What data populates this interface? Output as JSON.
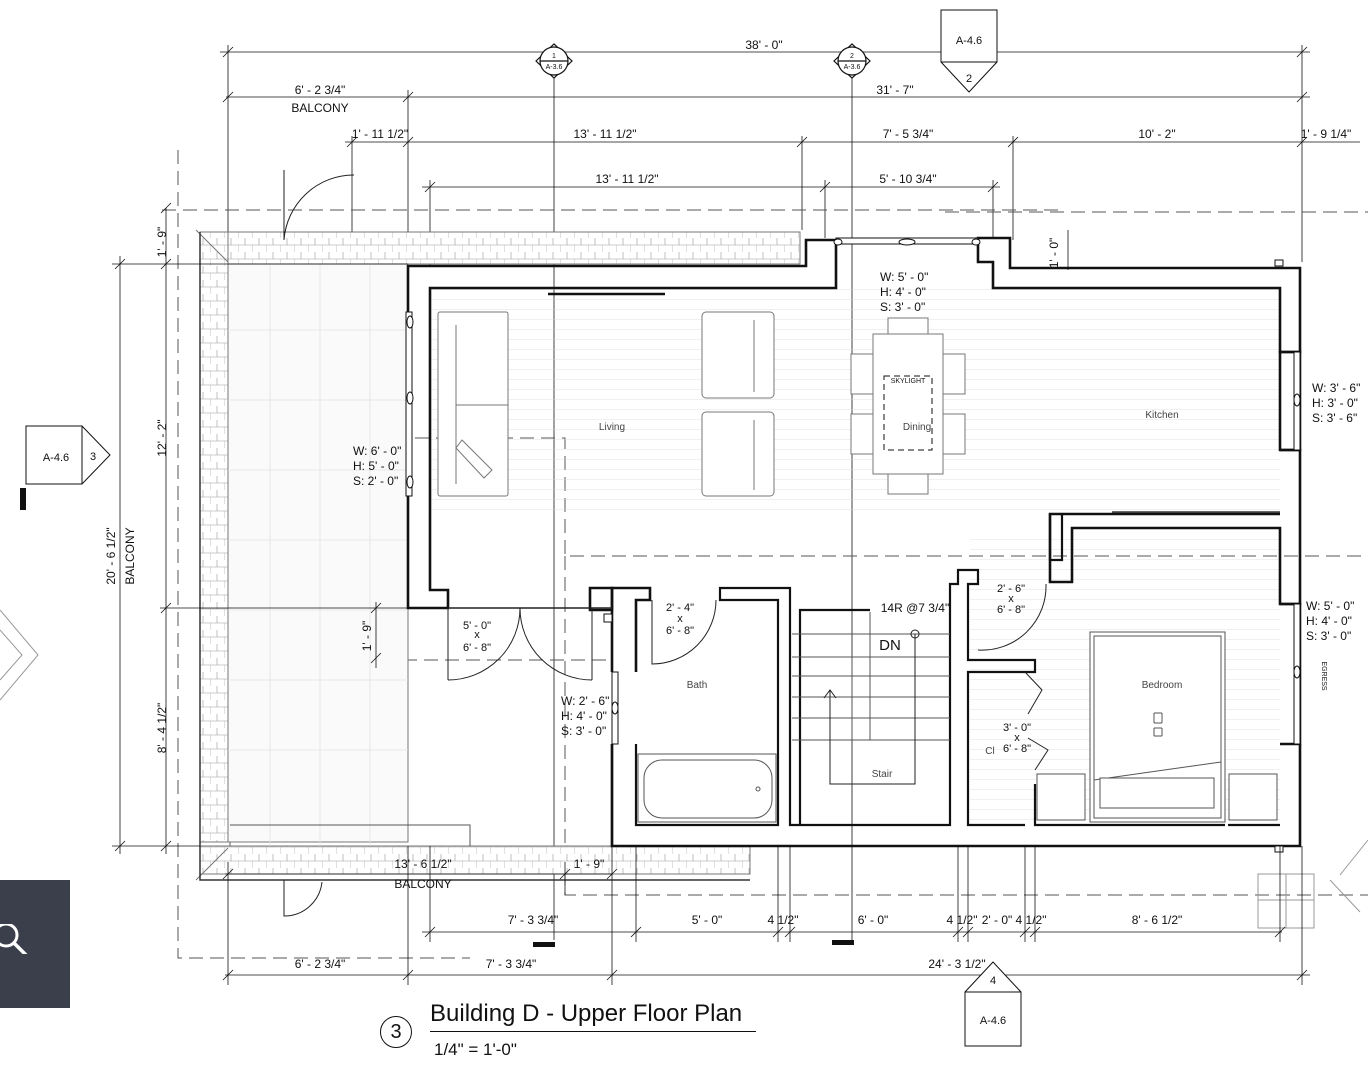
{
  "title": {
    "number": "3",
    "name": "Building D - Upper Floor Plan",
    "scale": "1/4\" = 1'-0\""
  },
  "section_markers": {
    "top": {
      "sheet": "A-4.6",
      "num": "2"
    },
    "left": {
      "sheet": "A-4.6",
      "num": "3"
    },
    "bottom": {
      "sheet": "A-4.6",
      "num": "4"
    },
    "grid_bubble_1": {
      "num": "1",
      "sheet": "A-3.6"
    },
    "grid_bubble_2": {
      "num": "2",
      "sheet": "A-3.6"
    }
  },
  "dimensions": {
    "overall_top": "38' - 0\"",
    "top_balcony": "6' - 2 3/4\"",
    "top_right": "31' - 7\"",
    "row3_a": "1' - 11 1/2\"",
    "row3_b": "13' - 11 1/2\"",
    "row3_c": "7' - 5 3/4\"",
    "row3_d": "10' - 2\"",
    "row3_e": "1' - 9 1/4\"",
    "row4_a": "13' - 11 1/2\"",
    "row4_b": "5' - 10 3/4\"",
    "left_top": "1' - 9\"",
    "left_mid": "12' - 2\"",
    "left_total": "20' - 6 1/2\"",
    "left_bottom": "8' - 4 1/2\"",
    "wall_1_9": "1' - 9\"",
    "top_right_1_0": "1' - 0\"",
    "bottom_balcony_width": "13' - 6 1/2\"",
    "bottom_1_9": "1' - 9\"",
    "b_7_3_3_4": "7' - 3 3/4\"",
    "b_5_0": "5' - 0\"",
    "b_4_1_2_a": "4 1/2\"",
    "b_6_0": "6' - 0\"",
    "b_4_1_2_b": "4 1/2\"",
    "b_2_0": "2' - 0\"",
    "b_4_1_2_c": "4 1/2\"",
    "b_8_6_1_2": "8' - 6 1/2\"",
    "bottom2_a": "6' - 2 3/4\"",
    "bottom2_b": "7' - 3 3/4\"",
    "bottom2_c": "24' - 3 1/2\""
  },
  "labels": {
    "balcony_top": "BALCONY",
    "balcony_left": "BALCONY",
    "balcony_bottom": "BALCONY",
    "living": "Living",
    "dining": "Dining",
    "kitchen": "Kitchen",
    "bath": "Bath",
    "bedroom": "Bedroom",
    "stair": "Stair",
    "closet": "Cl",
    "skylight": "SKYLIGHT",
    "dn": "DN",
    "risers": "14R @7 3/4\"",
    "egress": "EGRESS"
  },
  "windows": {
    "top": [
      "W: 5' - 0\"",
      "H: 4' - 0\"",
      "S: 3' - 0\""
    ],
    "left": [
      "W: 6' - 0\"",
      "H: 5' - 0\"",
      "S: 2' - 0\""
    ],
    "right_top": [
      "W: 3' - 6\"",
      "H: 3' - 0\"",
      "S: 3' - 6\""
    ],
    "right_bottom": [
      "W: 5' - 0\"",
      "H: 4' - 0\"",
      "S: 3' - 0\""
    ],
    "bath": [
      "W: 2' - 6\"",
      "H: 4' - 0\"",
      "S: 3' - 0\""
    ]
  },
  "doors": {
    "entry": [
      "5' - 0\"",
      "x",
      "6' - 8\""
    ],
    "bath": [
      "2' - 4\"",
      "x",
      "6' - 8\""
    ],
    "bedroom": [
      "2' - 6\"",
      "x",
      "6' - 8\""
    ],
    "closet": [
      "3' - 0\"",
      "x",
      "6' - 8\""
    ]
  },
  "colors": {
    "line": "#111111",
    "search_tab": "#3a3f4b"
  }
}
